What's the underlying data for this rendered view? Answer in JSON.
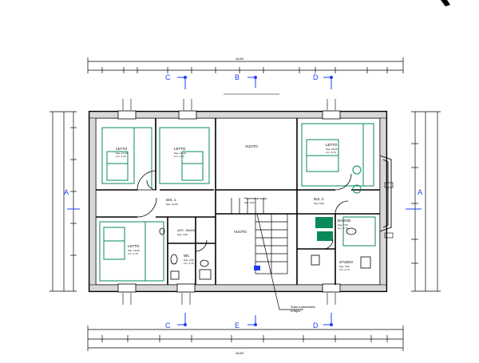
{
  "section_markers": {
    "top": [
      "C",
      "B",
      "D"
    ],
    "bottom": [
      "C",
      "E",
      "D"
    ],
    "left": "A",
    "right": "A"
  },
  "rooms": {
    "bed1": {
      "title": "LETTO",
      "info": [
        "Sup. 14,00",
        "h.m. 2,70"
      ]
    },
    "bed2": {
      "title": "LETTO",
      "info": [
        "Sup. 14,00",
        "h.m. 2,70"
      ]
    },
    "bed3": {
      "title": "LETTO",
      "info": [
        "Sup. 14,00",
        "h.m. 2,70"
      ]
    },
    "bed4": {
      "title": "LETTO",
      "info": [
        "Sup. 18,00",
        "h.m. 2,70"
      ]
    },
    "void_top": {
      "title": "VUOTO"
    },
    "void_bottom": {
      "title": "VUOTO"
    },
    "disimpegno1": {
      "title": "DIS. 1",
      "info": [
        "Sup. 10,00"
      ]
    },
    "disimpegno2": {
      "title": "DIS. 2",
      "info": [
        "Sup. 6,00"
      ]
    },
    "anti_bagno": {
      "title": "ANTI - BAGNO",
      "info": [
        "Sup. 3,00"
      ]
    },
    "wc": {
      "title": "WC",
      "info": [
        "Sup. 4,00",
        "h.m. 2,70"
      ]
    },
    "stairs_landing": {
      "title": "Pianerottolo scala",
      "info": [
        "Sup. 5,00"
      ]
    },
    "bathroom": {
      "title": "BAGNO",
      "info": [
        "Sup. 7,00",
        "h.m. 2,70"
      ]
    },
    "study": {
      "title": "STUDIO",
      "info": [
        "Sup. 9,00",
        "h.m. 2,70"
      ]
    }
  },
  "annotations": {
    "stair_note": [
      "Scala a pianerottolo",
      "in legno"
    ],
    "overall_dim": "16,60",
    "bottom_dim": "16,60"
  },
  "colors": {
    "line": "#000000",
    "accent": "#0a8a5a",
    "section": "#1e3cff"
  }
}
